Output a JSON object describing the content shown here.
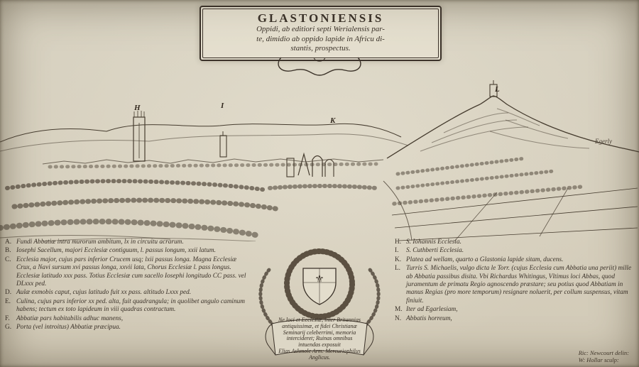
{
  "colors": {
    "paper": "#d7d1c0",
    "ink": "#3a3128",
    "ink_soft": "#5d5243"
  },
  "title_cartouche": {
    "line1": "GLASTONIENSIS",
    "line2": "Oppidi, ab editiori septi Werialensis par-",
    "line3": "te, dimidio ab oppido lapide in Africu di-",
    "line4": "stantis, prospectus."
  },
  "landscape": {
    "markers": [
      {
        "label": "H"
      },
      {
        "label": "I"
      },
      {
        "label": "K"
      },
      {
        "label": "L"
      }
    ],
    "place_label": "Egerly"
  },
  "legend_left": {
    "items": [
      {
        "letter": "A.",
        "text": "Fundi Abbatiæ intra murorum ambitum, lx in circuitu acrarum."
      },
      {
        "letter": "B.",
        "text": "Iosephi Sacellum, majori Ecclesiæ contiguum, l. passus longum, xxii latum."
      },
      {
        "letter": "C.",
        "text": "Ecclesia major, cujus pars inferior Crucem usq; lxii passus longa. Magna Ecclesiæ Crux, a Navi sursum xvi passus longa, xxvii lata, Chorus Ecclesiæ l. pass longus. Ecclesiæ latitudo xxx pass. Totius Ecclesiæ cum sacello Iosephi longitudo CC pass. vel DLxxx ped."
      },
      {
        "letter": "D.",
        "text": "Aulæ exmobis caput, cujus latitudo fuit xx pass. altitudo Lxxx ped."
      },
      {
        "letter": "E.",
        "text": "Culina, cujus pars inferior xx ped. alta, fuit quadrangula; in quolibet angulo caminum habens; tectum ex toto lapideum in viii quadras contractum."
      },
      {
        "letter": "F.",
        "text": "Abbatiæ pars habitabilis adhuc manens,"
      },
      {
        "letter": "G.",
        "text": "Porta (vel introitus) Abbatiæ præcipua."
      }
    ]
  },
  "legend_right": {
    "items": [
      {
        "letter": "H.",
        "text": "S. Iohannis Ecclesia."
      },
      {
        "letter": "I.",
        "text": "S. Cuthberti Ecclesia."
      },
      {
        "letter": "K.",
        "text": "Platea ad wellam, quarto a Glastonia lapide sitam, ducens."
      },
      {
        "letter": "L.",
        "text": "Turris S. Michaelis, vulgo dicta le Torr. (cujus Ecclesia cum Abbatia una periit) mille ab Abbatia passibus disita. Vbi Richardus Whitingus, Vltimus loci Abbas, quod juramentum de primatu Regio agnoscendo præstare; seu potius quod Abbatiam in manus Regias (pro more temporum) resignare noluerit, per collum suspensus, vitam finiuit."
      },
      {
        "letter": "M.",
        "text": "Iter ad Egarlesiam,"
      },
      {
        "letter": "N.",
        "text": "Abbatis horreum,"
      }
    ]
  },
  "dedication": {
    "lines": [
      "Ne loci et Ecclesiæ, inter Britannias",
      "antiquissimæ, et fidei Christianæ",
      "Seminarij celeberrimi, memoria",
      "intercideret; Ruinas omnibus",
      "intuendas   exposuit",
      "Elias Ashmole Arm: Mercuriophilus",
      "Anglicus."
    ]
  },
  "credits": {
    "delineator": "Ric: Newcourt delin:",
    "engraver": "W: Hollar sculp:"
  }
}
